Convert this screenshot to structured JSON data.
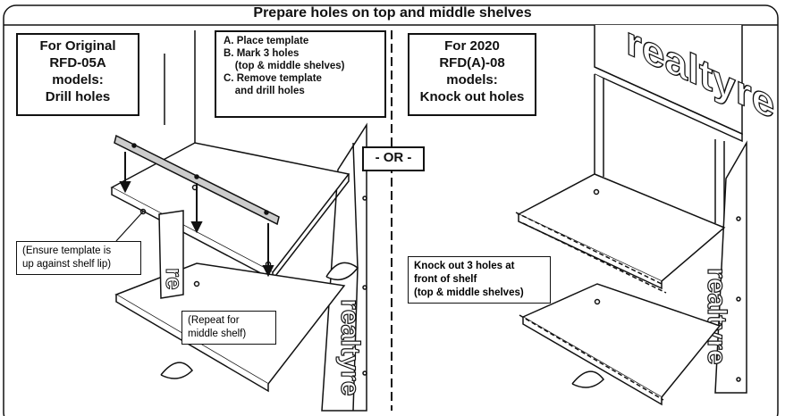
{
  "title": "Prepare holes on top and middle shelves",
  "left": {
    "heading": [
      "For Original",
      "RFD-05A",
      "models:",
      "Drill holes"
    ],
    "steps": [
      "A. Place template",
      "B. Mark  3 holes",
      "    (top & middle shelves)",
      "C. Remove template",
      "    and drill holes"
    ],
    "note_template": [
      "(Ensure template is",
      "up against shelf lip)"
    ],
    "note_repeat": [
      "(Repeat for",
      "middle shelf)"
    ]
  },
  "divider_label": "- OR -",
  "right": {
    "heading": [
      "For 2020",
      "RFD(A)-08",
      "models:",
      "Knock out holes"
    ],
    "note_knockout": [
      "Knock out 3 holes at",
      "front of shelf",
      "(top & middle shelves)"
    ]
  }
}
